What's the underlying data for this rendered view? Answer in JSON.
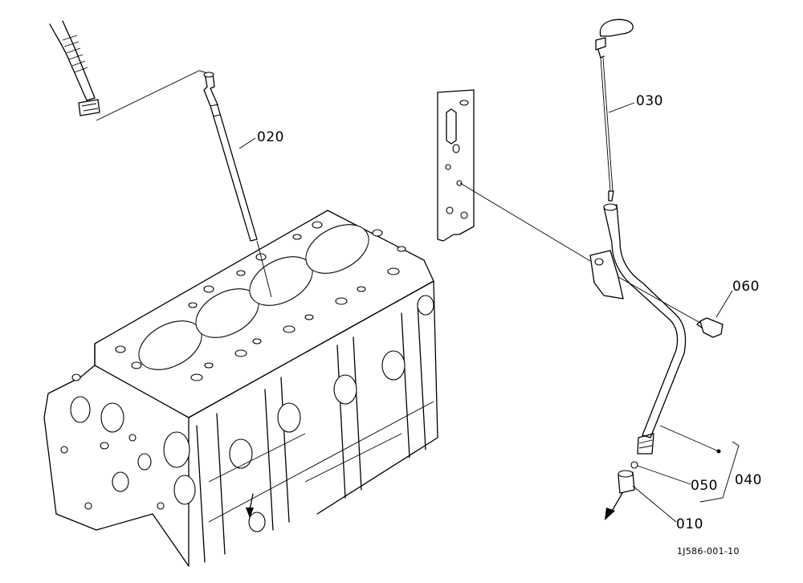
{
  "callouts": [
    {
      "id": "010",
      "text": "010"
    },
    {
      "id": "020",
      "text": "020"
    },
    {
      "id": "030",
      "text": "030"
    },
    {
      "id": "040",
      "text": "040"
    },
    {
      "id": "050",
      "text": "050"
    },
    {
      "id": "060",
      "text": "060"
    }
  ],
  "figure_ref": "1J586-001-10",
  "colors": {
    "line": "#000000",
    "background": "#ffffff"
  }
}
